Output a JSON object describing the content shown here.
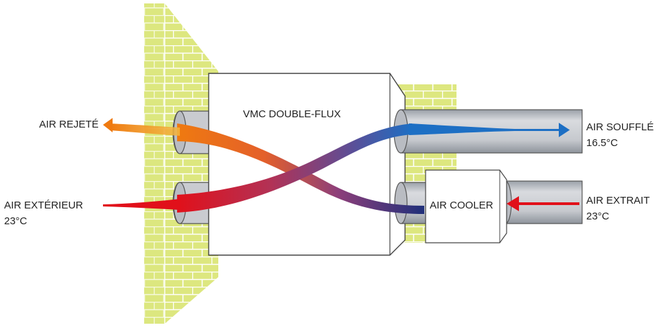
{
  "diagram": {
    "unit_label": "VMC DOUBLE-FLUX",
    "cooler_label": "AIR COOLER",
    "flows": {
      "rejected": {
        "label": "AIR REJETÉ"
      },
      "outdoor": {
        "label": "AIR EXTÉRIEUR",
        "temp": "23°C"
      },
      "supply": {
        "label": "AIR SOUFFLÉ",
        "temp": "16.5°C"
      },
      "extract": {
        "label": "AIR EXTRAIT",
        "temp": "23°C"
      }
    },
    "colors": {
      "wall": "#dde77f",
      "brick_line": "#ffffff",
      "duct": "#c9cbd0",
      "hot": "#e1101a",
      "warm": "#ef7a10",
      "cool": "#1d6fc4",
      "dark_blue": "#1f2f7a"
    }
  }
}
